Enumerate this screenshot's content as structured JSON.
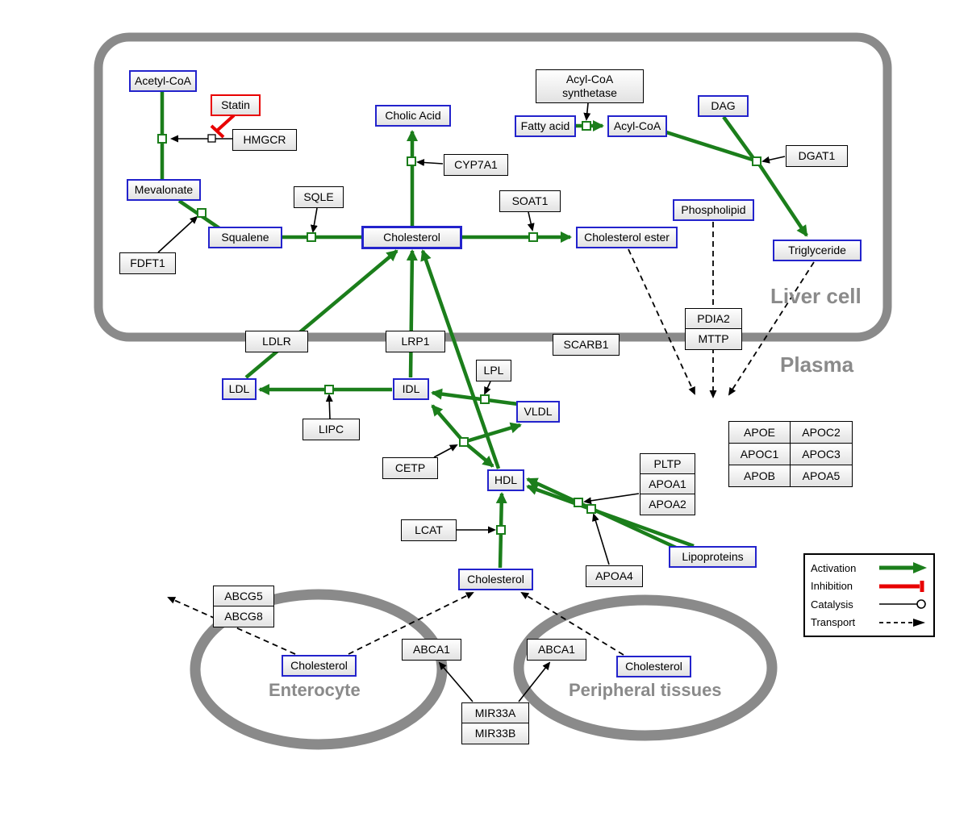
{
  "compartments": {
    "liver": "Liver cell",
    "plasma": "Plasma",
    "enterocyte": "Enterocyte",
    "peripheral": "Peripheral tissues"
  },
  "metabolites": {
    "acetyl_coa": "Acetyl-CoA",
    "mevalonate": "Mevalonate",
    "squalene": "Squalene",
    "cholesterol": "Cholesterol",
    "cholic_acid": "Cholic Acid",
    "cholesterol_ester": "Cholesterol ester",
    "fatty_acid": "Fatty acid",
    "acyl_coa": "Acyl-CoA",
    "dag": "DAG",
    "phospholipid": "Phospholipid",
    "triglyceride": "Triglyceride",
    "ldl": "LDL",
    "idl": "IDL",
    "vldl": "VLDL",
    "hdl": "HDL",
    "lipoproteins": "Lipoproteins"
  },
  "drugs": {
    "statin": "Statin"
  },
  "proteins": {
    "hmgcr": "HMGCR",
    "fdft1": "FDFT1",
    "sqle": "SQLE",
    "cyp7a1": "CYP7A1",
    "soat1": "SOAT1",
    "acyl_coa_synthetase": "Acyl-CoA synthetase",
    "dgat1": "DGAT1",
    "ldlr": "LDLR",
    "lrp1": "LRP1",
    "scarb1": "SCARB1",
    "pdia2": "PDIA2",
    "mttp": "MTTP",
    "lpl": "LPL",
    "lipc": "LIPC",
    "cetp": "CETP",
    "pltp": "PLTP",
    "apoa1": "APOA1",
    "apoa2": "APOA2",
    "lcat": "LCAT",
    "apoa4": "APOA4",
    "apoe": "APOE",
    "apoc1": "APOC1",
    "apob": "APOB",
    "apoc2": "APOC2",
    "apoc3": "APOC3",
    "apoa5": "APOA5",
    "abcg5": "ABCG5",
    "abcg8": "ABCG8",
    "abca1": "ABCA1",
    "mir33a": "MIR33A",
    "mir33b": "MIR33B"
  },
  "legend": {
    "activation": "Activation",
    "inhibition": "Inhibition",
    "catalysis": "Catalysis",
    "transport": "Transport"
  },
  "colors": {
    "activation": "#1b7e1b",
    "inhibition": "#e80000",
    "metabolite_border": "#2323cc",
    "compartment": "#8a8a8a"
  }
}
